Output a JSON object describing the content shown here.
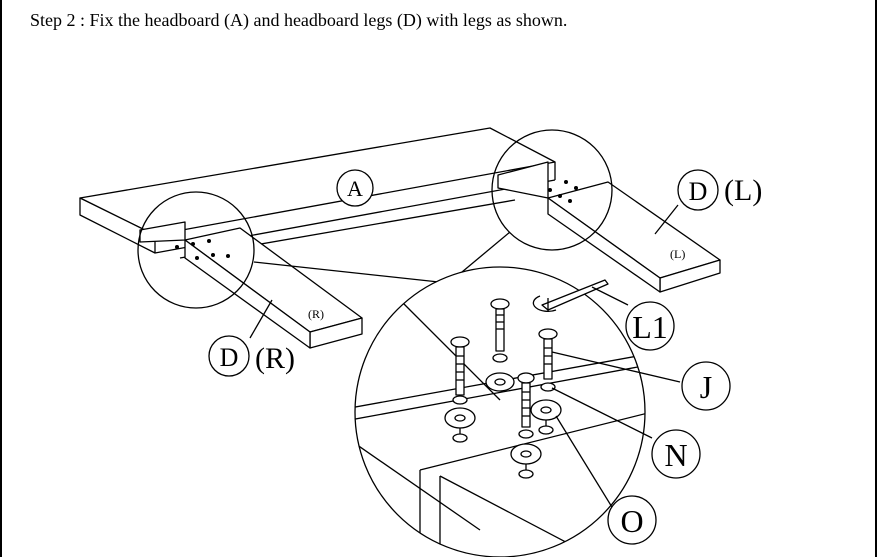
{
  "instruction": {
    "step_text": "Step 2 : Fix the headboard (A) and headboard legs (D) with legs as shown."
  },
  "parts": {
    "headboard": {
      "letter": "A"
    },
    "leg_left": {
      "letter": "D",
      "side_tag": "(L)",
      "board_mark": "(L)"
    },
    "leg_right": {
      "letter": "D",
      "side_tag": "(R)",
      "board_mark": "(R)"
    },
    "allen_key": {
      "letter": "L1"
    },
    "bolt": {
      "letter": "J"
    },
    "spring_washer": {
      "letter": "N"
    },
    "flat_washer": {
      "letter": "O"
    }
  }
}
